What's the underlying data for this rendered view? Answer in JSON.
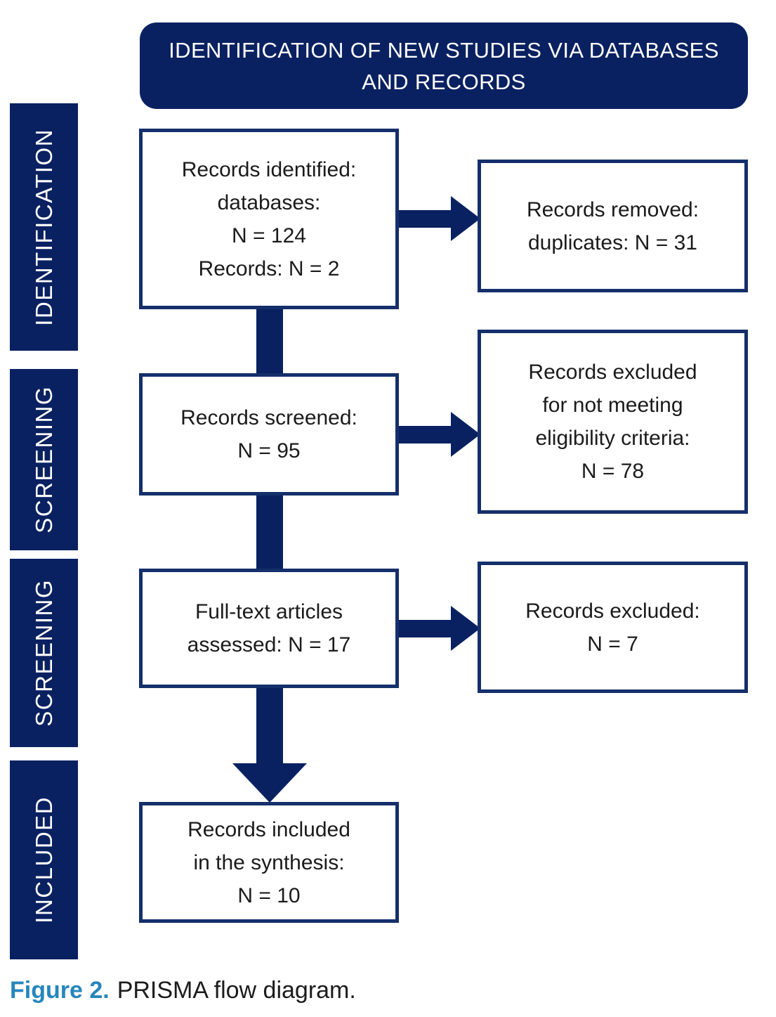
{
  "header": {
    "title": "IDENTIFICATION OF NEW STUDIES VIA DATABASES AND RECORDS"
  },
  "sidebar": {
    "stages": [
      {
        "label": "IDENTIFICATION"
      },
      {
        "label": "SCREENING"
      },
      {
        "label": "SCREENING"
      },
      {
        "label": "INCLUDED"
      }
    ]
  },
  "flow": {
    "main_boxes": [
      {
        "lines": [
          "Records identified:",
          "databases:",
          "N = 124",
          "Records: N = 2"
        ]
      },
      {
        "lines": [
          "Records screened:",
          "N = 95"
        ]
      },
      {
        "lines": [
          "Full-text articles",
          "assessed: N = 17"
        ]
      },
      {
        "lines": [
          "Records included",
          "in the synthesis:",
          "N = 10"
        ]
      }
    ],
    "side_boxes": [
      {
        "lines": [
          "Records removed:",
          "duplicates: N = 31"
        ]
      },
      {
        "lines": [
          "Records excluded",
          "for not meeting",
          "eligibility criteria:",
          "N = 78"
        ]
      },
      {
        "lines": [
          "Records excluded:",
          "N = 7"
        ]
      }
    ]
  },
  "icons": {
    "arrow_right": "→",
    "arrow_down": "↓"
  },
  "caption": {
    "label": "Figure 2.",
    "text": "PRISMA flow diagram."
  },
  "colors": {
    "navy": "#0a2161",
    "box_border": "#152f6b",
    "caption_blue": "#2786bd",
    "text": "#1b1b1b"
  }
}
